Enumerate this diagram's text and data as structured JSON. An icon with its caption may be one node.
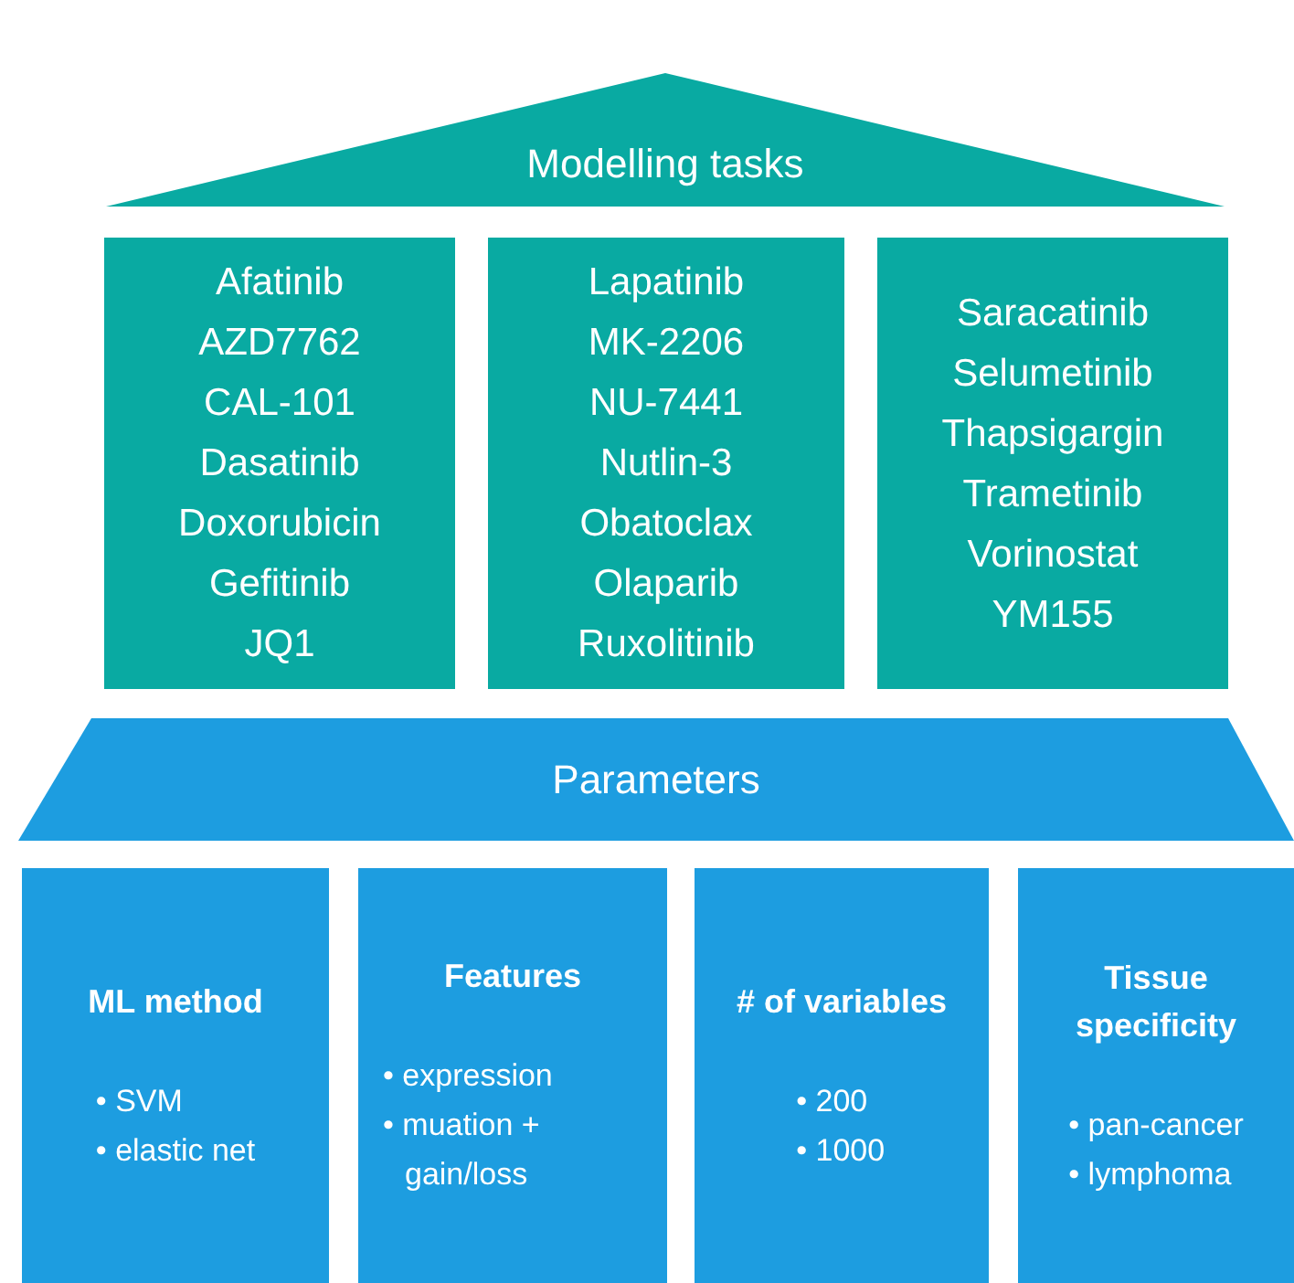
{
  "diagram": {
    "nodes": [
      {
        "text": [
          "Modelling tasks"
        ]
      },
      {
        "text": [
          "Afatinib",
          "AZD7762",
          "CAL-101",
          "Dasatinib",
          "Doxorubicin",
          "Gefitinib",
          "JQ1"
        ]
      },
      {
        "text": [
          "Lapatinib",
          "MK-2206",
          "NU-7441",
          "Nutlin-3",
          "Obatoclax",
          "Olaparib",
          "Ruxolitinib"
        ]
      },
      {
        "text": [
          "Saracatinib",
          "Selumetinib",
          "Thapsigargin",
          "Trametinib",
          "Vorinostat",
          "YM155"
        ]
      },
      {
        "text": [
          "Parameters"
        ]
      },
      {
        "text": [
          "ML method",
          "• SVM",
          "• elastic net"
        ]
      },
      {
        "text": [
          "Features",
          "• expression",
          "• muation + gain/loss"
        ]
      },
      {
        "text": [
          "# of variables",
          "• 200",
          "• 1000"
        ]
      },
      {
        "text": [
          "Tissue specificity",
          "• pan-cancer",
          "• lymphoma"
        ]
      }
    ],
    "edges": []
  }
}
